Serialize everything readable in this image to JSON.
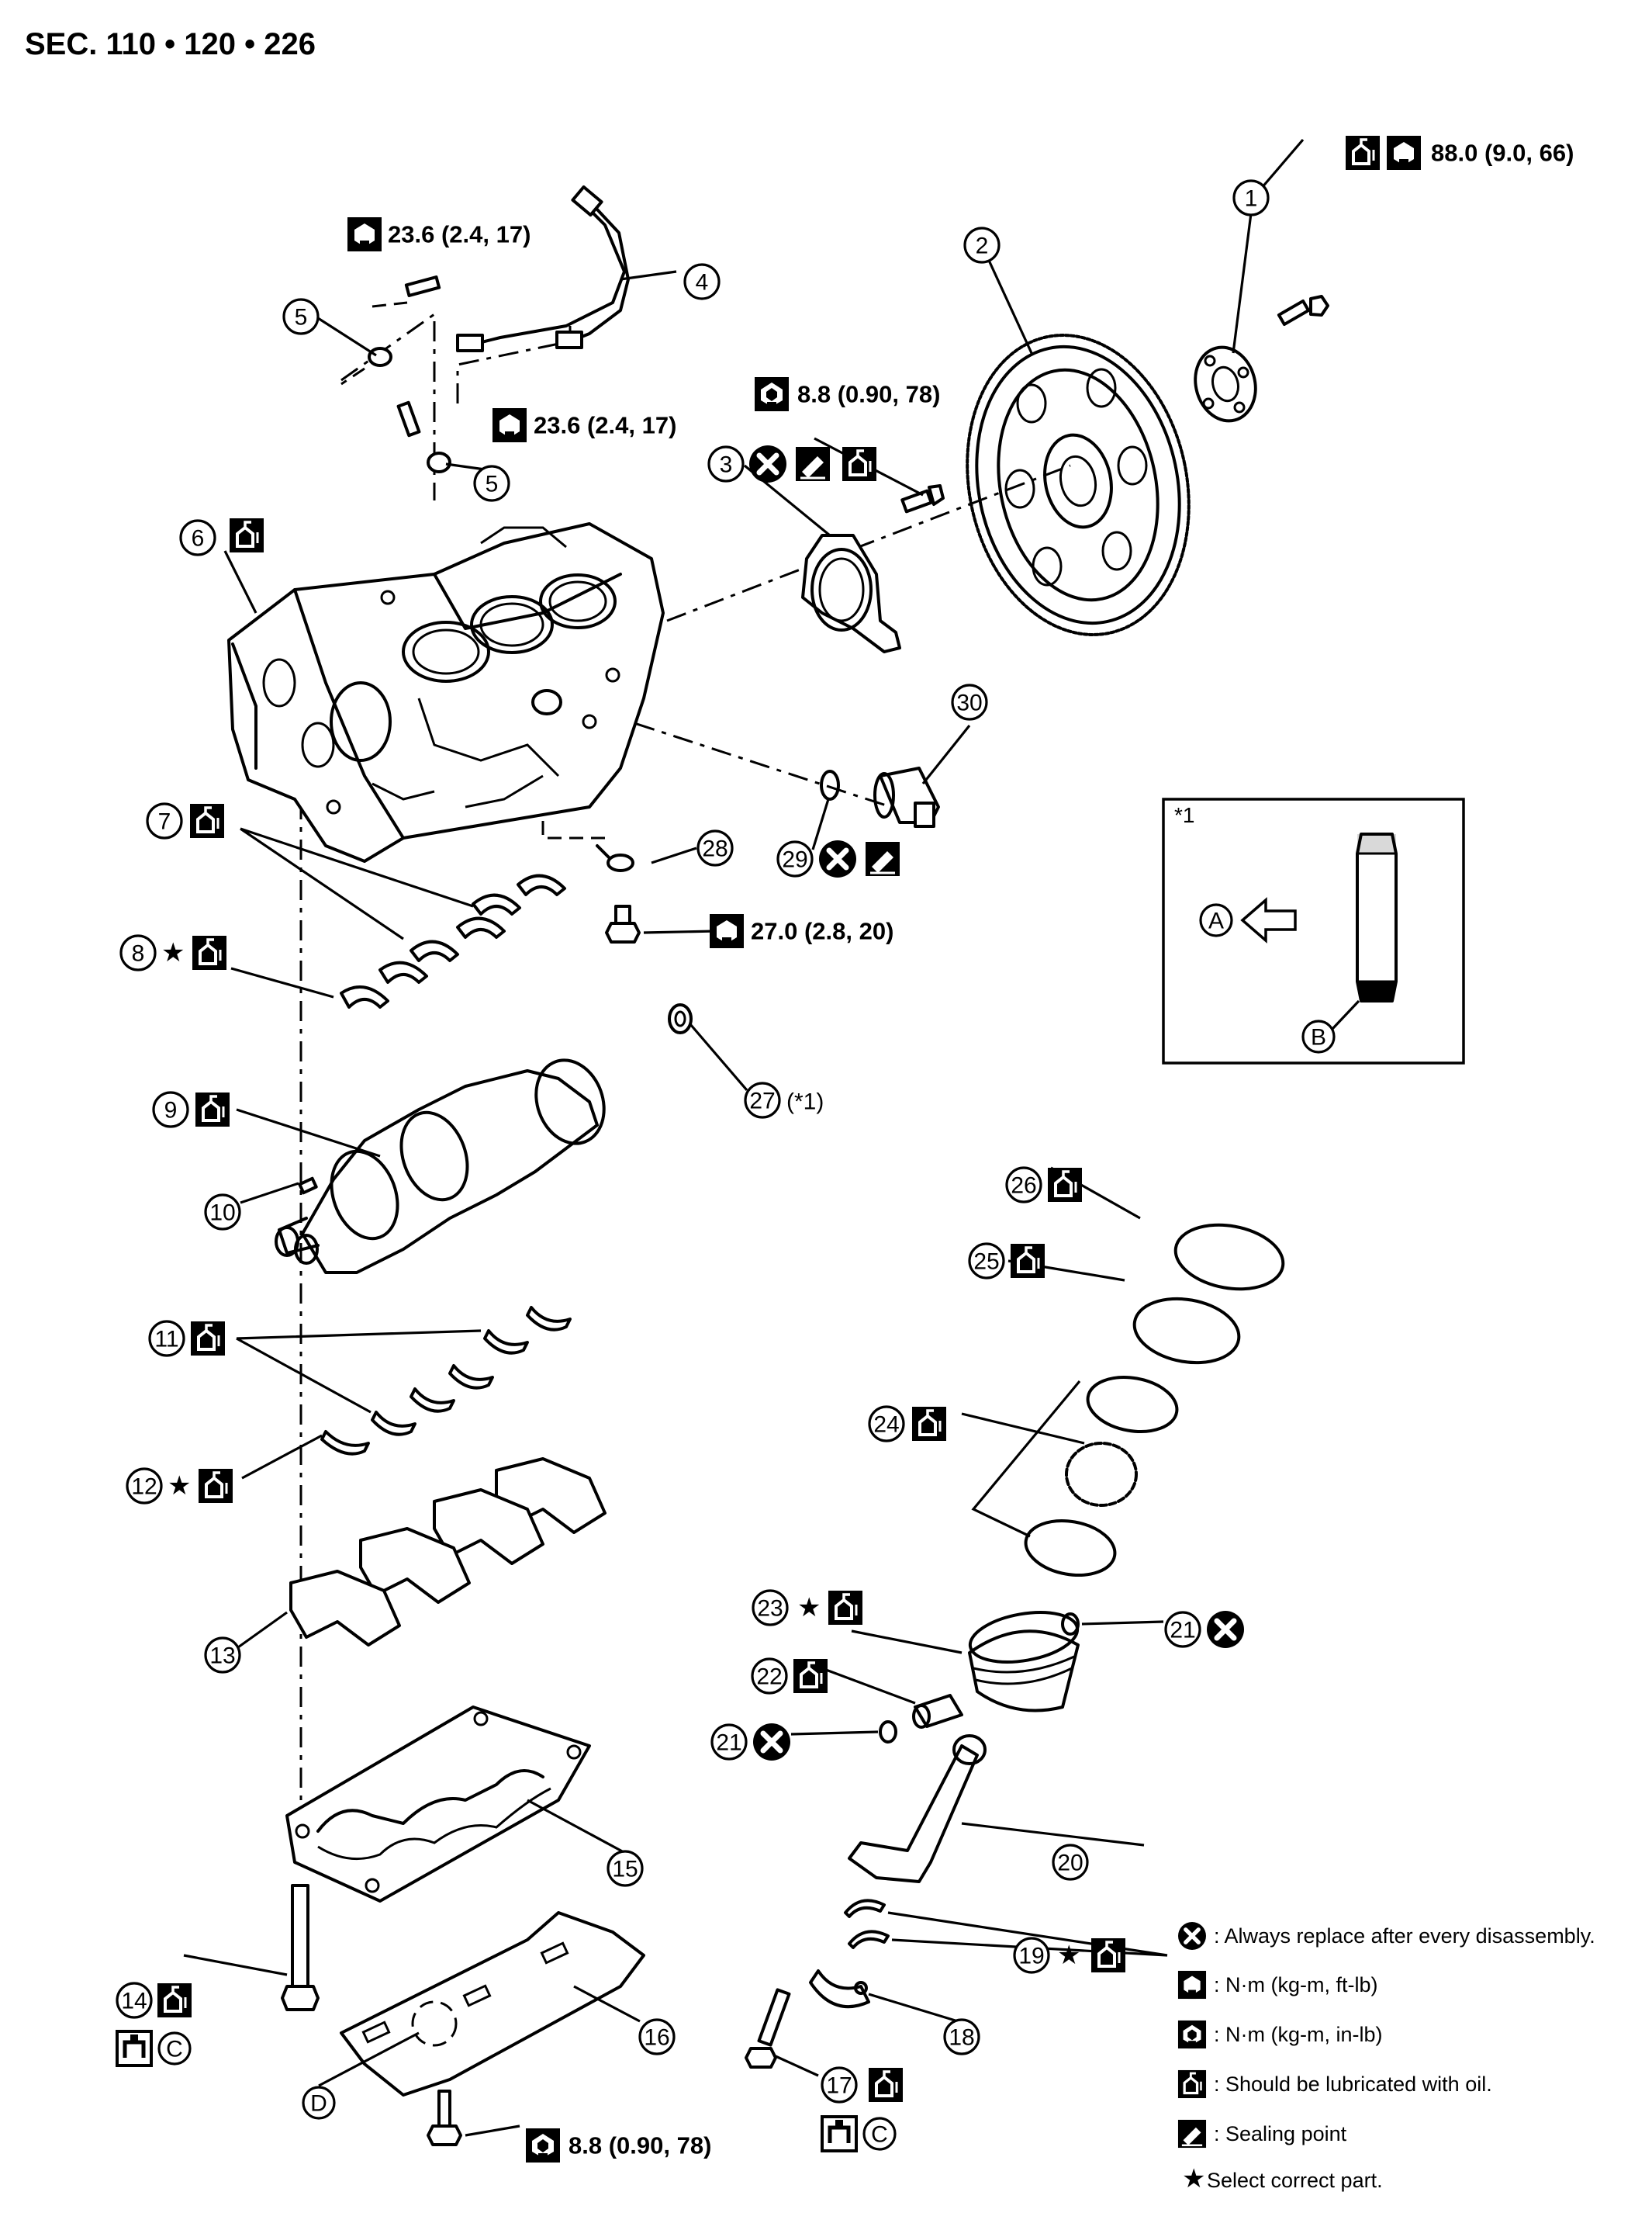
{
  "header": {
    "sections": "SEC. 110 • 120 • 226"
  },
  "callouts": {
    "c1": "1",
    "c2": "2",
    "c3": "3",
    "c4": "4",
    "c5a": "5",
    "c5b": "5",
    "c6": "6",
    "c7": "7",
    "c8": "8",
    "c9": "9",
    "c10": "10",
    "c11": "11",
    "c12": "12",
    "c13": "13",
    "c14": "14",
    "c15": "15",
    "c16": "16",
    "c17": "17",
    "c18": "18",
    "c19": "19",
    "c20": "20",
    "c21a": "21",
    "c21b": "21",
    "c22": "22",
    "c23": "23",
    "c24": "24",
    "c25": "25",
    "c26": "26",
    "c27": "27",
    "c27_note": "(*1)",
    "c28": "28",
    "c29": "29",
    "c30": "30"
  },
  "torques": {
    "flywheel_bolt": "88.0 (9.0, 66)",
    "knock_sensor_upper": "23.6 (2.4, 17)",
    "knock_sensor_lower": "23.6 (2.4, 17)",
    "rear_oil_seal_bolt": "8.8 (0.90, 78)",
    "drain_plug": "27.0 (2.8, 20)",
    "baffle_plate_bolt": "8.8 (0.90, 78)"
  },
  "detail": {
    "title": "*1",
    "label_a": "A",
    "label_b": "B"
  },
  "procedure_labels": {
    "c14": "C",
    "c17": "C",
    "d": "D"
  },
  "star_mark": "★",
  "legend": [
    {
      "icon": "replace-icon",
      "text": ": Always replace after every disassembly."
    },
    {
      "icon": "torque-ftlb-icon",
      "text": ": N·m (kg-m, ft-lb)"
    },
    {
      "icon": "torque-inlb-icon",
      "text": ": N·m (kg-m, in-lb)"
    },
    {
      "icon": "oil-icon",
      "text": ": Should be lubricated with oil."
    },
    {
      "icon": "sealing-icon",
      "text": ": Sealing point"
    },
    {
      "icon": "star-icon",
      "text": "Select correct part."
    }
  ]
}
